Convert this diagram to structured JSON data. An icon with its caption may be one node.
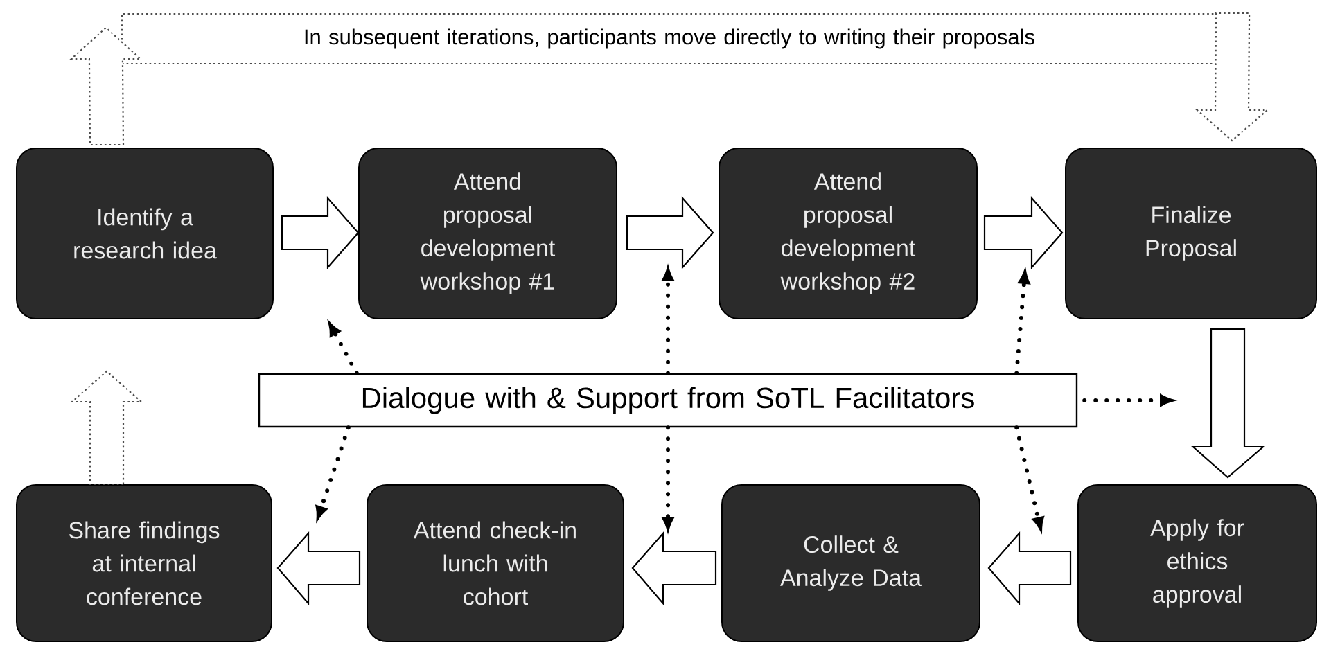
{
  "diagram": {
    "nodes": [
      {
        "text": [
          "Identify a research idea"
        ]
      },
      {
        "text": [
          "Attend proposal development workshop #1"
        ]
      },
      {
        "text": [
          "Attend proposal development workshop #2"
        ]
      },
      {
        "text": [
          "Finalize Proposal"
        ]
      },
      {
        "text": [
          "Dialogue with & Support from SoTL Facilitators"
        ]
      },
      {
        "text": [
          "Apply for ethics approval"
        ]
      },
      {
        "text": [
          "Collect & Analyze Data"
        ]
      },
      {
        "text": [
          "Attend check-in lunch with cohort"
        ]
      },
      {
        "text": [
          "Share findings at internal conference"
        ]
      },
      {
        "text": [
          "In subsequent iterations, participants move directly to writing their proposals"
        ]
      }
    ],
    "edges": [
      {
        "from": 0,
        "to": 1,
        "arrow": "to"
      },
      {
        "from": 1,
        "to": 2,
        "arrow": "to"
      },
      {
        "from": 2,
        "to": 3,
        "arrow": "to"
      },
      {
        "from": 3,
        "to": 5,
        "arrow": "to"
      },
      {
        "from": 5,
        "to": 6,
        "arrow": "to"
      },
      {
        "from": 6,
        "to": 7,
        "arrow": "to"
      },
      {
        "from": 7,
        "to": 8,
        "arrow": "to"
      },
      {
        "from": 4,
        "to": null,
        "arrow": "to",
        "style": "dashed"
      },
      {
        "from": 4,
        "to": null,
        "arrow": "to",
        "style": "dashed"
      },
      {
        "from": 4,
        "to": null,
        "arrow": "to",
        "style": "dashed"
      },
      {
        "from": 4,
        "to": null,
        "arrow": "to",
        "style": "dashed"
      },
      {
        "from": 4,
        "to": null,
        "arrow": "to",
        "style": "dashed"
      },
      {
        "from": 4,
        "to": null,
        "arrow": "to",
        "style": "dashed"
      },
      {
        "from": 4,
        "to": null,
        "arrow": "to",
        "style": "dashed"
      },
      {
        "from": 8,
        "to": null,
        "arrow": "to",
        "style": "dashed"
      },
      {
        "from": 0,
        "to": 9,
        "arrow": "to",
        "style": "dashed"
      },
      {
        "from": 9,
        "to": 3,
        "arrow": "to",
        "style": "dashed"
      }
    ]
  }
}
